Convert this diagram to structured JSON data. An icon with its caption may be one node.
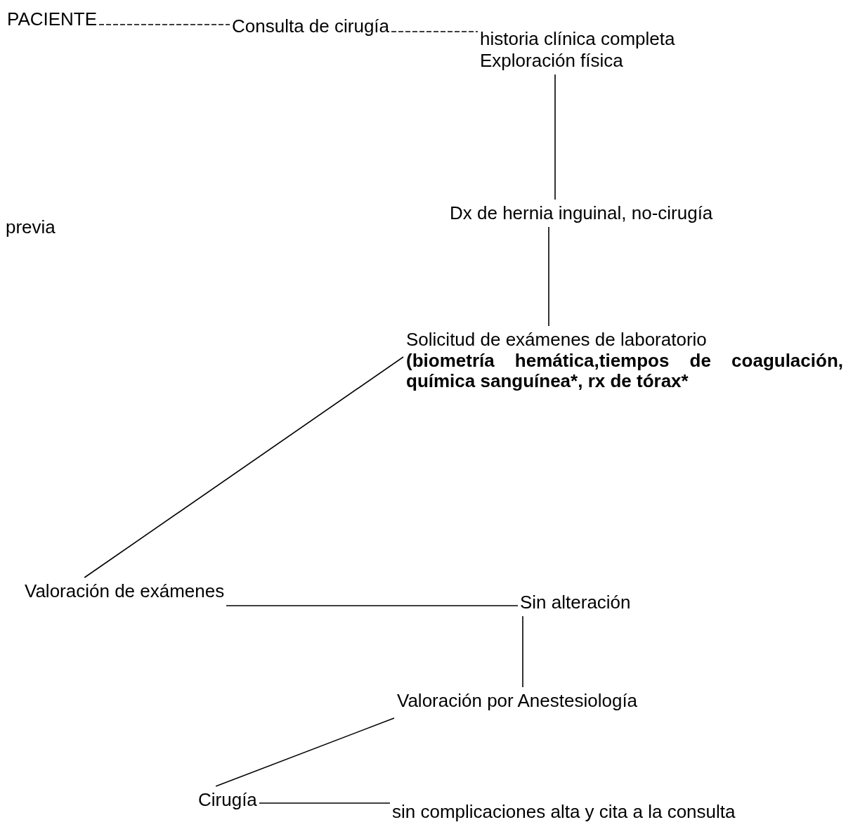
{
  "diagram": {
    "nodes": [
      {
        "text": [
          "PACIENTE"
        ]
      },
      {
        "text": [
          "Consulta de cirugía"
        ]
      },
      {
        "text": [
          "historia clínica completa",
          "Exploración física"
        ]
      },
      {
        "text": [
          "Dx de hernia inguinal, no-cirugía"
        ]
      },
      {
        "text": [
          "Solicitud de exámenes de laboratorio",
          "(biometría hemática,tiempos de coagulación, química sanguínea*, rx de tórax*"
        ]
      },
      {
        "text": [
          "Valoración de exámenes"
        ]
      },
      {
        "text": [
          "Sin alteración"
        ]
      },
      {
        "text": [
          "Valoración por Anestesiología"
        ]
      },
      {
        "text": [
          "Cirugía"
        ]
      },
      {
        "text": [
          "sin complicaciones alta y cita a la consulta"
        ]
      }
    ],
    "edges": [
      {
        "from": 0,
        "to": 1,
        "arrow": "none",
        "style": "dashed"
      },
      {
        "from": 1,
        "to": 2,
        "arrow": "none",
        "style": "dashed"
      },
      {
        "from": 2,
        "to": 3,
        "arrow": "none"
      },
      {
        "from": 3,
        "to": 4,
        "arrow": "none"
      },
      {
        "from": 4,
        "to": 5,
        "arrow": "none"
      },
      {
        "from": 5,
        "to": 6,
        "arrow": "none"
      },
      {
        "from": 6,
        "to": 7,
        "arrow": "none"
      },
      {
        "from": 7,
        "to": 8,
        "arrow": "none"
      },
      {
        "from": 8,
        "to": 9,
        "arrow": "none"
      }
    ],
    "labels": [
      "previa"
    ]
  }
}
